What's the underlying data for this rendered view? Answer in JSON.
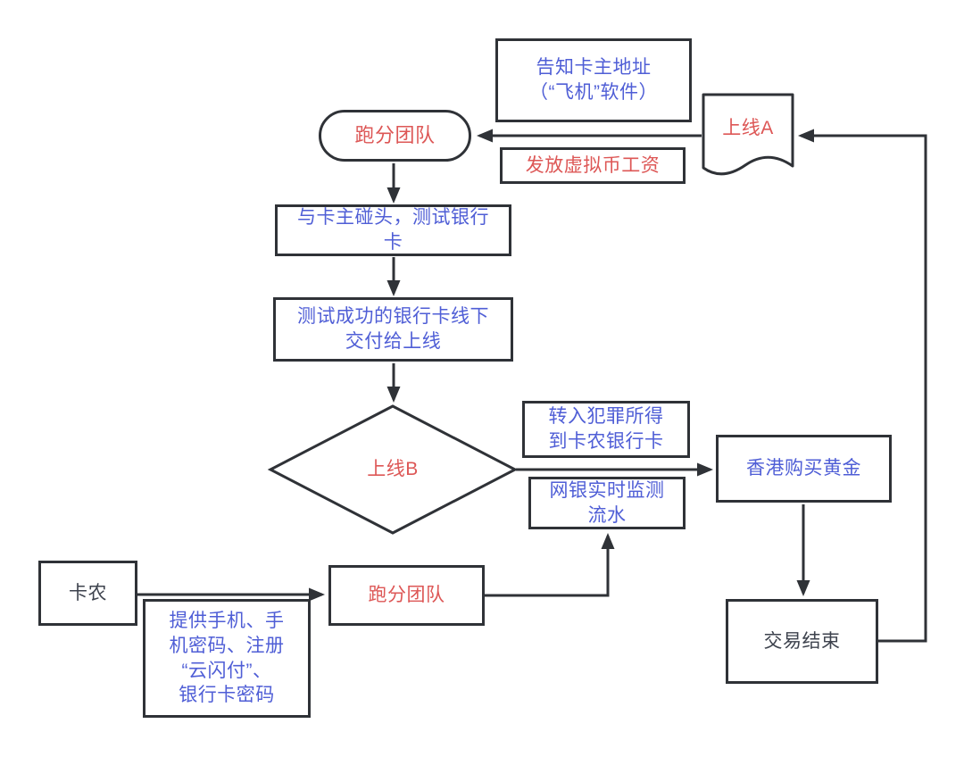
{
  "diagram": {
    "type": "flowchart",
    "colors": {
      "text_blue": "#4f5ed6",
      "text_red": "#dd5756",
      "text_dark": "#3d424d",
      "line": "#2f3237",
      "background": "#ffffff"
    },
    "nodes": {
      "team_top": {
        "shape": "stadium",
        "label": "跑分团队",
        "color": "red"
      },
      "notify_address": {
        "shape": "rect",
        "label": "告知卡主地址\n（“飞机”软件）",
        "color": "blue"
      },
      "pay_salary": {
        "shape": "rect",
        "label": "发放虚拟币工资",
        "color": "red"
      },
      "upline_a": {
        "shape": "document",
        "label": "上线A",
        "color": "red"
      },
      "meet_test": {
        "shape": "rect",
        "label": "与卡主碰头，测试银行\n卡",
        "color": "blue"
      },
      "deliver_cards": {
        "shape": "rect",
        "label": "测试成功的银行卡线下\n交付给上线",
        "color": "blue"
      },
      "upline_b": {
        "shape": "diamond",
        "label": "上线B",
        "color": "red"
      },
      "transfer_funds": {
        "shape": "rect",
        "label": "转入犯罪所得\n到卡农银行卡",
        "color": "blue"
      },
      "monitor_flow": {
        "shape": "rect",
        "label": "网银实时监测\n流水",
        "color": "blue"
      },
      "buy_gold": {
        "shape": "rect",
        "label": "香港购买黄金",
        "color": "blue"
      },
      "card_farmer": {
        "shape": "rect",
        "label": "卡农",
        "color": "dark"
      },
      "team_bottom": {
        "shape": "rect",
        "label": "跑分团队",
        "color": "red"
      },
      "provide_info": {
        "shape": "rect",
        "label": "提供手机、手\n机密码、注册\n“云闪付”、\n银行卡密码",
        "color": "blue"
      },
      "deal_end": {
        "shape": "rect",
        "label": "交易结束",
        "color": "dark"
      }
    },
    "edges": [
      {
        "from": "team_top",
        "to": "meet_test"
      },
      {
        "from": "meet_test",
        "to": "deliver_cards"
      },
      {
        "from": "deliver_cards",
        "to": "upline_b"
      },
      {
        "from": "upline_b",
        "to": "buy_gold"
      },
      {
        "from": "buy_gold",
        "to": "deal_end"
      },
      {
        "from": "deal_end",
        "to": "upline_a"
      },
      {
        "from": "upline_a",
        "to": "team_top"
      },
      {
        "from": "card_farmer",
        "to": "team_bottom"
      },
      {
        "from": "team_bottom",
        "to": "monitor_flow"
      }
    ]
  }
}
